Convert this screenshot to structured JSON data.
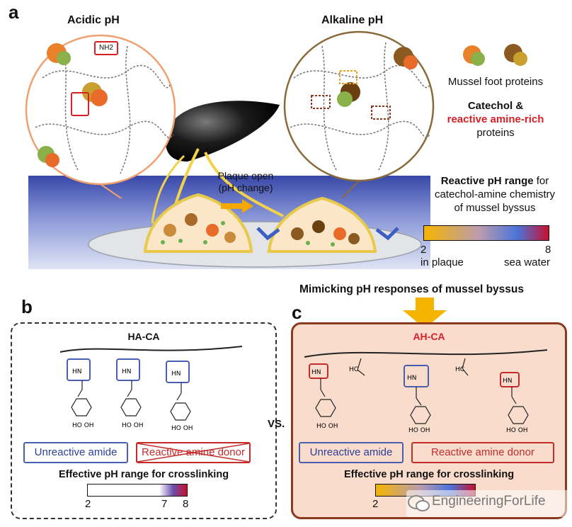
{
  "panel_a": {
    "letter": "a",
    "acidic_title": "Acidic pH",
    "alkaline_title": "Alkaline pH",
    "nh2_label": "NH2",
    "plaque_open": "Plaque open",
    "ph_change": "(pH change)",
    "legend_proteins": "Mussel foot proteins",
    "catechol_line1": "Catechol &",
    "catechol_line2": "reactive amine-rich",
    "catechol_line3": "proteins",
    "reactive_range_bold": "Reactive pH range",
    "reactive_range_rest": " for",
    "reactive_range_line2": "catechol-amine chemistry",
    "reactive_range_line3": "of mussel byssus",
    "bar_min": "2",
    "bar_max": "8",
    "bar_min_label": "in plaque",
    "bar_max_label": "sea water"
  },
  "mimicking": "Mimicking pH responses of mussel byssus",
  "panel_b": {
    "letter": "b",
    "title": "HA-CA",
    "unreactive": "Unreactive amide",
    "reactive": "Reactive amine donor",
    "effective": "Effective pH range for crosslinking",
    "tick_2": "2",
    "tick_7": "7",
    "tick_8": "8"
  },
  "vs": "VS.",
  "panel_c": {
    "letter": "c",
    "title": "AH-CA",
    "unreactive": "Unreactive amide",
    "reactive": "Reactive amine donor",
    "effective": "Effective pH range for crosslinking",
    "tick_2": "2"
  },
  "watermark": "EngineeringForLife",
  "colors": {
    "gradient_start": "#f6b400",
    "gradient_mid": "#4a73d8",
    "gradient_end": "#c8102e",
    "panel_c_bg": "#f9dccc",
    "panel_c_border": "#8b3a1e",
    "title_red": "#d61f26"
  }
}
